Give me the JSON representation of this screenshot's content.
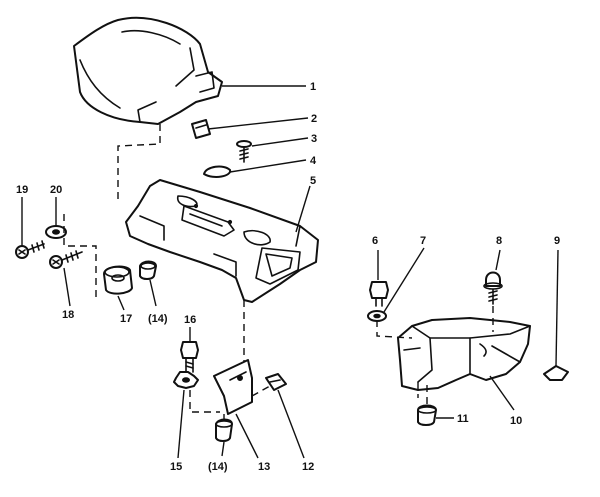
{
  "callouts": {
    "c1": "1",
    "c2": "2",
    "c3": "3",
    "c4": "4",
    "c5": "5",
    "c6": "6",
    "c7": "7",
    "c8": "8",
    "c9": "9",
    "c10": "10",
    "c11": "11",
    "c12": "12",
    "c13": "13",
    "c14a": "(14)",
    "c14b": "(14)",
    "c15": "15",
    "c16": "16",
    "c17": "17",
    "c18": "18",
    "c19": "19",
    "c20": "20"
  }
}
